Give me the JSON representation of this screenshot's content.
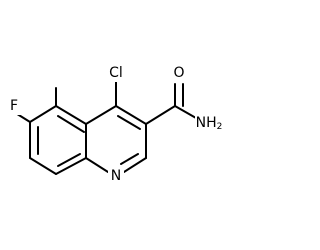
{
  "molecule": {
    "atoms": {
      "chlorine": "Cl",
      "oxygen": "O",
      "fluorine": "F",
      "nitrogen_ring": "N",
      "amide_nitrogen": "NH",
      "amide_subscript": "2"
    }
  },
  "colors": {
    "bond": "#000000",
    "text": "#000000",
    "background": "#ffffff"
  }
}
